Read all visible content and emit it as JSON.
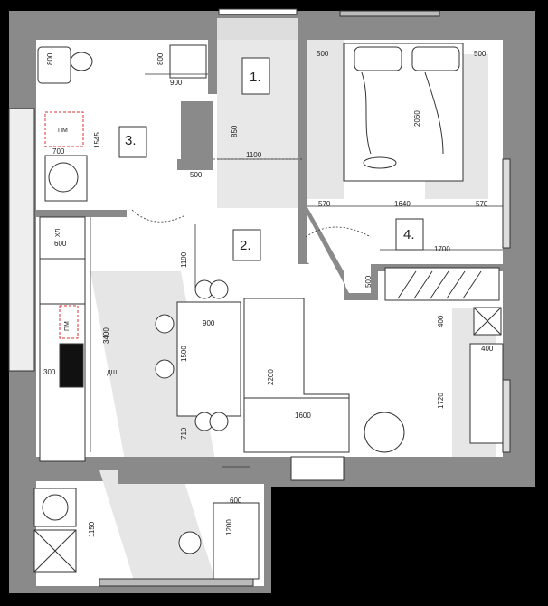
{
  "rooms": {
    "r1": "1.",
    "r2": "2.",
    "r3": "3.",
    "r4": "4."
  },
  "dims": {
    "d800a": "800",
    "d800b": "800",
    "d900a": "900",
    "d850": "850",
    "d1100": "1100",
    "d500a": "500",
    "d500b": "500",
    "d500c": "500",
    "d2060": "2060",
    "d1545": "1545",
    "d700": "700",
    "d570a": "570",
    "d1640": "1640",
    "d570b": "570",
    "d1700": "1700",
    "d600a": "600",
    "d1190": "1190",
    "d500d": "500",
    "d900b": "900",
    "d400a": "400",
    "d400b": "400",
    "d3400": "3400",
    "d1500": "1500",
    "d300": "300",
    "d2200": "2200",
    "d1720": "1720",
    "d1600": "1600",
    "d710": "710",
    "d600b": "600",
    "d1150": "1150",
    "d1200": "1200"
  },
  "codes": {
    "pm1": "ПМ",
    "xl": "ХЛ",
    "pm2": "ПМ",
    "dsh": "ДШ"
  },
  "colors": {
    "wall": "#8a8a8a",
    "floor": "#ffffff",
    "shadow": "#e3e3e3",
    "outside": "#000000"
  }
}
